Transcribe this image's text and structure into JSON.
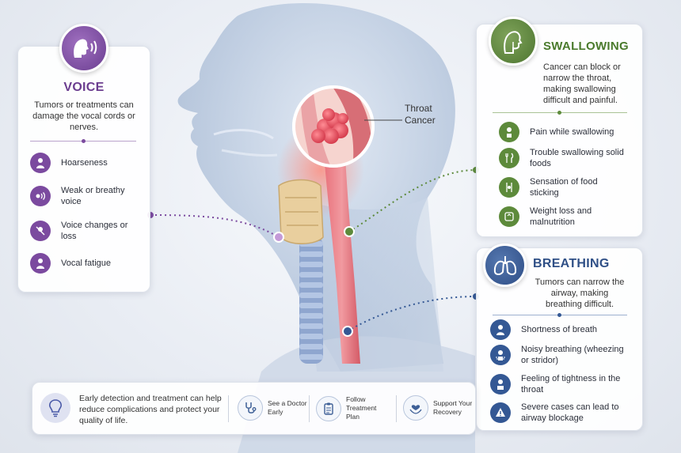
{
  "center": {
    "throat_label_line1": "Throat",
    "throat_label_line2": "Cancer"
  },
  "voice": {
    "icon": "speaking-head-icon",
    "title": "VOICE",
    "description": "Tumors or treatments can damage the vocal cords or nerves.",
    "color": "#6b3d8f",
    "items": [
      {
        "icon": "person-icon",
        "label": "Hoarseness"
      },
      {
        "icon": "sound-waves-icon",
        "label": "Weak or breathy voice"
      },
      {
        "icon": "muted-voice-icon",
        "label": "Voice changes or loss"
      },
      {
        "icon": "tired-person-icon",
        "label": "Vocal fatigue"
      }
    ]
  },
  "swallowing": {
    "icon": "swallowing-head-icon",
    "title": "SWALLOWING",
    "description": "Cancer can block or narrow the throat, making swallowing difficult and painful.",
    "color": "#4a7a2c",
    "items": [
      {
        "icon": "pain-throat-icon",
        "label": "Pain while swallowing"
      },
      {
        "icon": "fork-knife-icon",
        "label": "Trouble swallowing solid foods"
      },
      {
        "icon": "throat-sticking-icon",
        "label": "Sensation of food sticking"
      },
      {
        "icon": "scale-icon",
        "label": "Weight loss and malnutrition"
      }
    ]
  },
  "breathing": {
    "icon": "lungs-icon",
    "title": "BREATHING",
    "description": "Tumors can narrow the airway, making breathing difficult.",
    "color": "#2f4f86",
    "items": [
      {
        "icon": "short-breath-icon",
        "label": "Shortness of breath"
      },
      {
        "icon": "noisy-breath-icon",
        "label": "Noisy breathing (wheezing or stridor)"
      },
      {
        "icon": "tight-throat-icon",
        "label": "Feeling of tightness in the throat"
      },
      {
        "icon": "warning-icon",
        "label": "Severe cases can lead to airway blockage"
      }
    ]
  },
  "bottom": {
    "icon": "lightbulb-icon",
    "text": "Early detection and treatment can help reduce complications and protect your quality of life.",
    "actions": [
      {
        "icon": "stethoscope-icon",
        "label": "See a Doctor Early"
      },
      {
        "icon": "clipboard-icon",
        "label": "Follow Treatment Plan"
      },
      {
        "icon": "heart-hands-icon",
        "label": "Support Your Recovery"
      }
    ]
  }
}
